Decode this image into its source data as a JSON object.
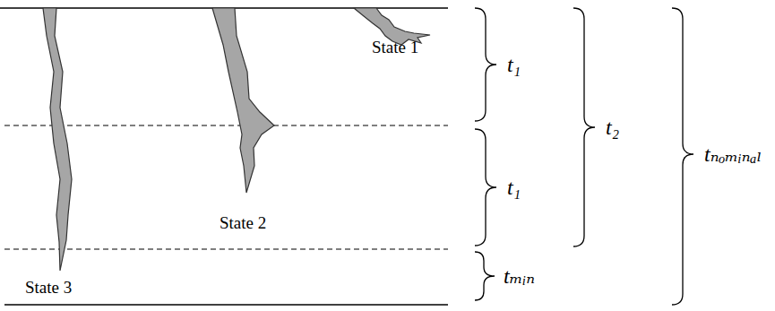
{
  "diagram": {
    "labels": [
      "State 1",
      "State 2",
      "State 3",
      "t₁",
      "t₁",
      "t₂",
      "tₘᵢₙ",
      "tₙₒₘᵢₙₐₗ"
    ]
  }
}
